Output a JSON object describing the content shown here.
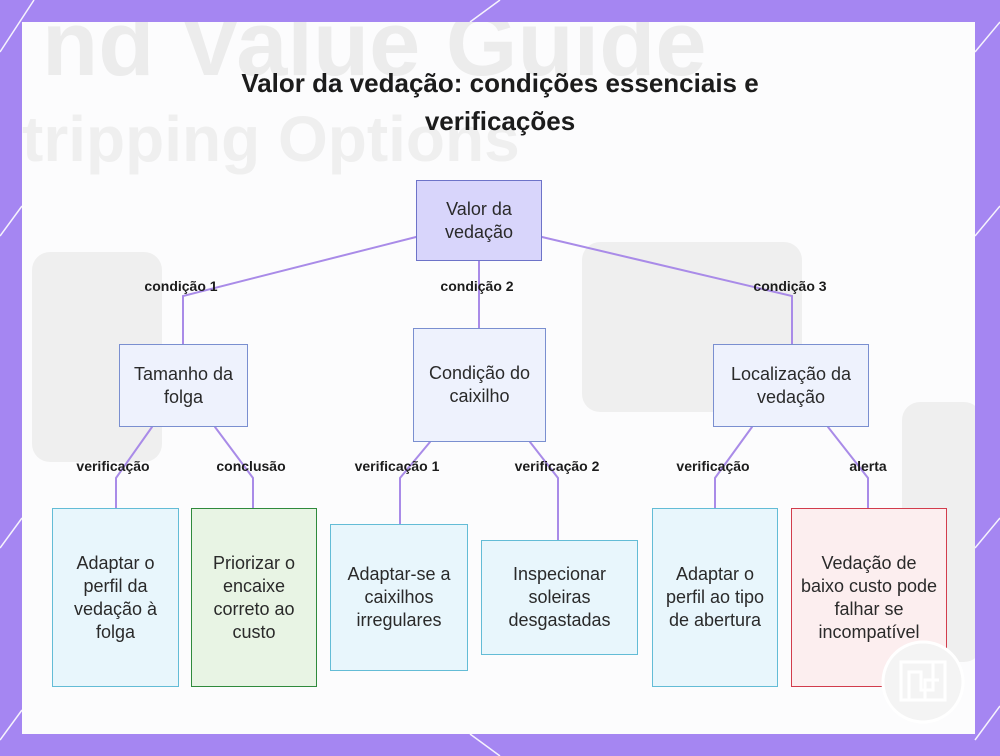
{
  "title": "Valor da vedação: condições essenciais e verificações",
  "background_watermark": [
    "nd Value Guide",
    "tripping Options"
  ],
  "colors": {
    "frame": "#a586f2",
    "edge": "#a98be8",
    "root_fill": "#d8d5fb",
    "leaf_border": "#63bcd6",
    "good_border": "#2f8a3c",
    "warning_border": "#d23c4c"
  },
  "nodes": {
    "root": "Valor da vedação",
    "gap_size": "Tamanho da folga",
    "frame_condition": "Condição do caixilho",
    "seal_location": "Localização da vedação",
    "adapt_profile_gap": "Adaptar o perfil da vedação à folga",
    "prioritize_fit": "Priorizar o encaixe correto ao custo",
    "adapt_irregular": "Adaptar-se a caixilhos irregulares",
    "inspect_sills": "Inspecionar soleiras desgastadas",
    "adapt_opening": "Adaptar o perfil ao tipo de abertura",
    "low_cost_warning": "Vedação de baixo custo pode falhar se incompatível"
  },
  "edges": {
    "condition_1": "condição 1",
    "condition_2": "condição 2",
    "condition_3": "condição 3",
    "check_gap": "verificação",
    "conclusion": "conclusão",
    "check_1": "verificação 1",
    "check_2": "verificação 2",
    "check_location": "verificação",
    "alert": "alerta"
  },
  "logo_icon": "napkin-logo-icon"
}
